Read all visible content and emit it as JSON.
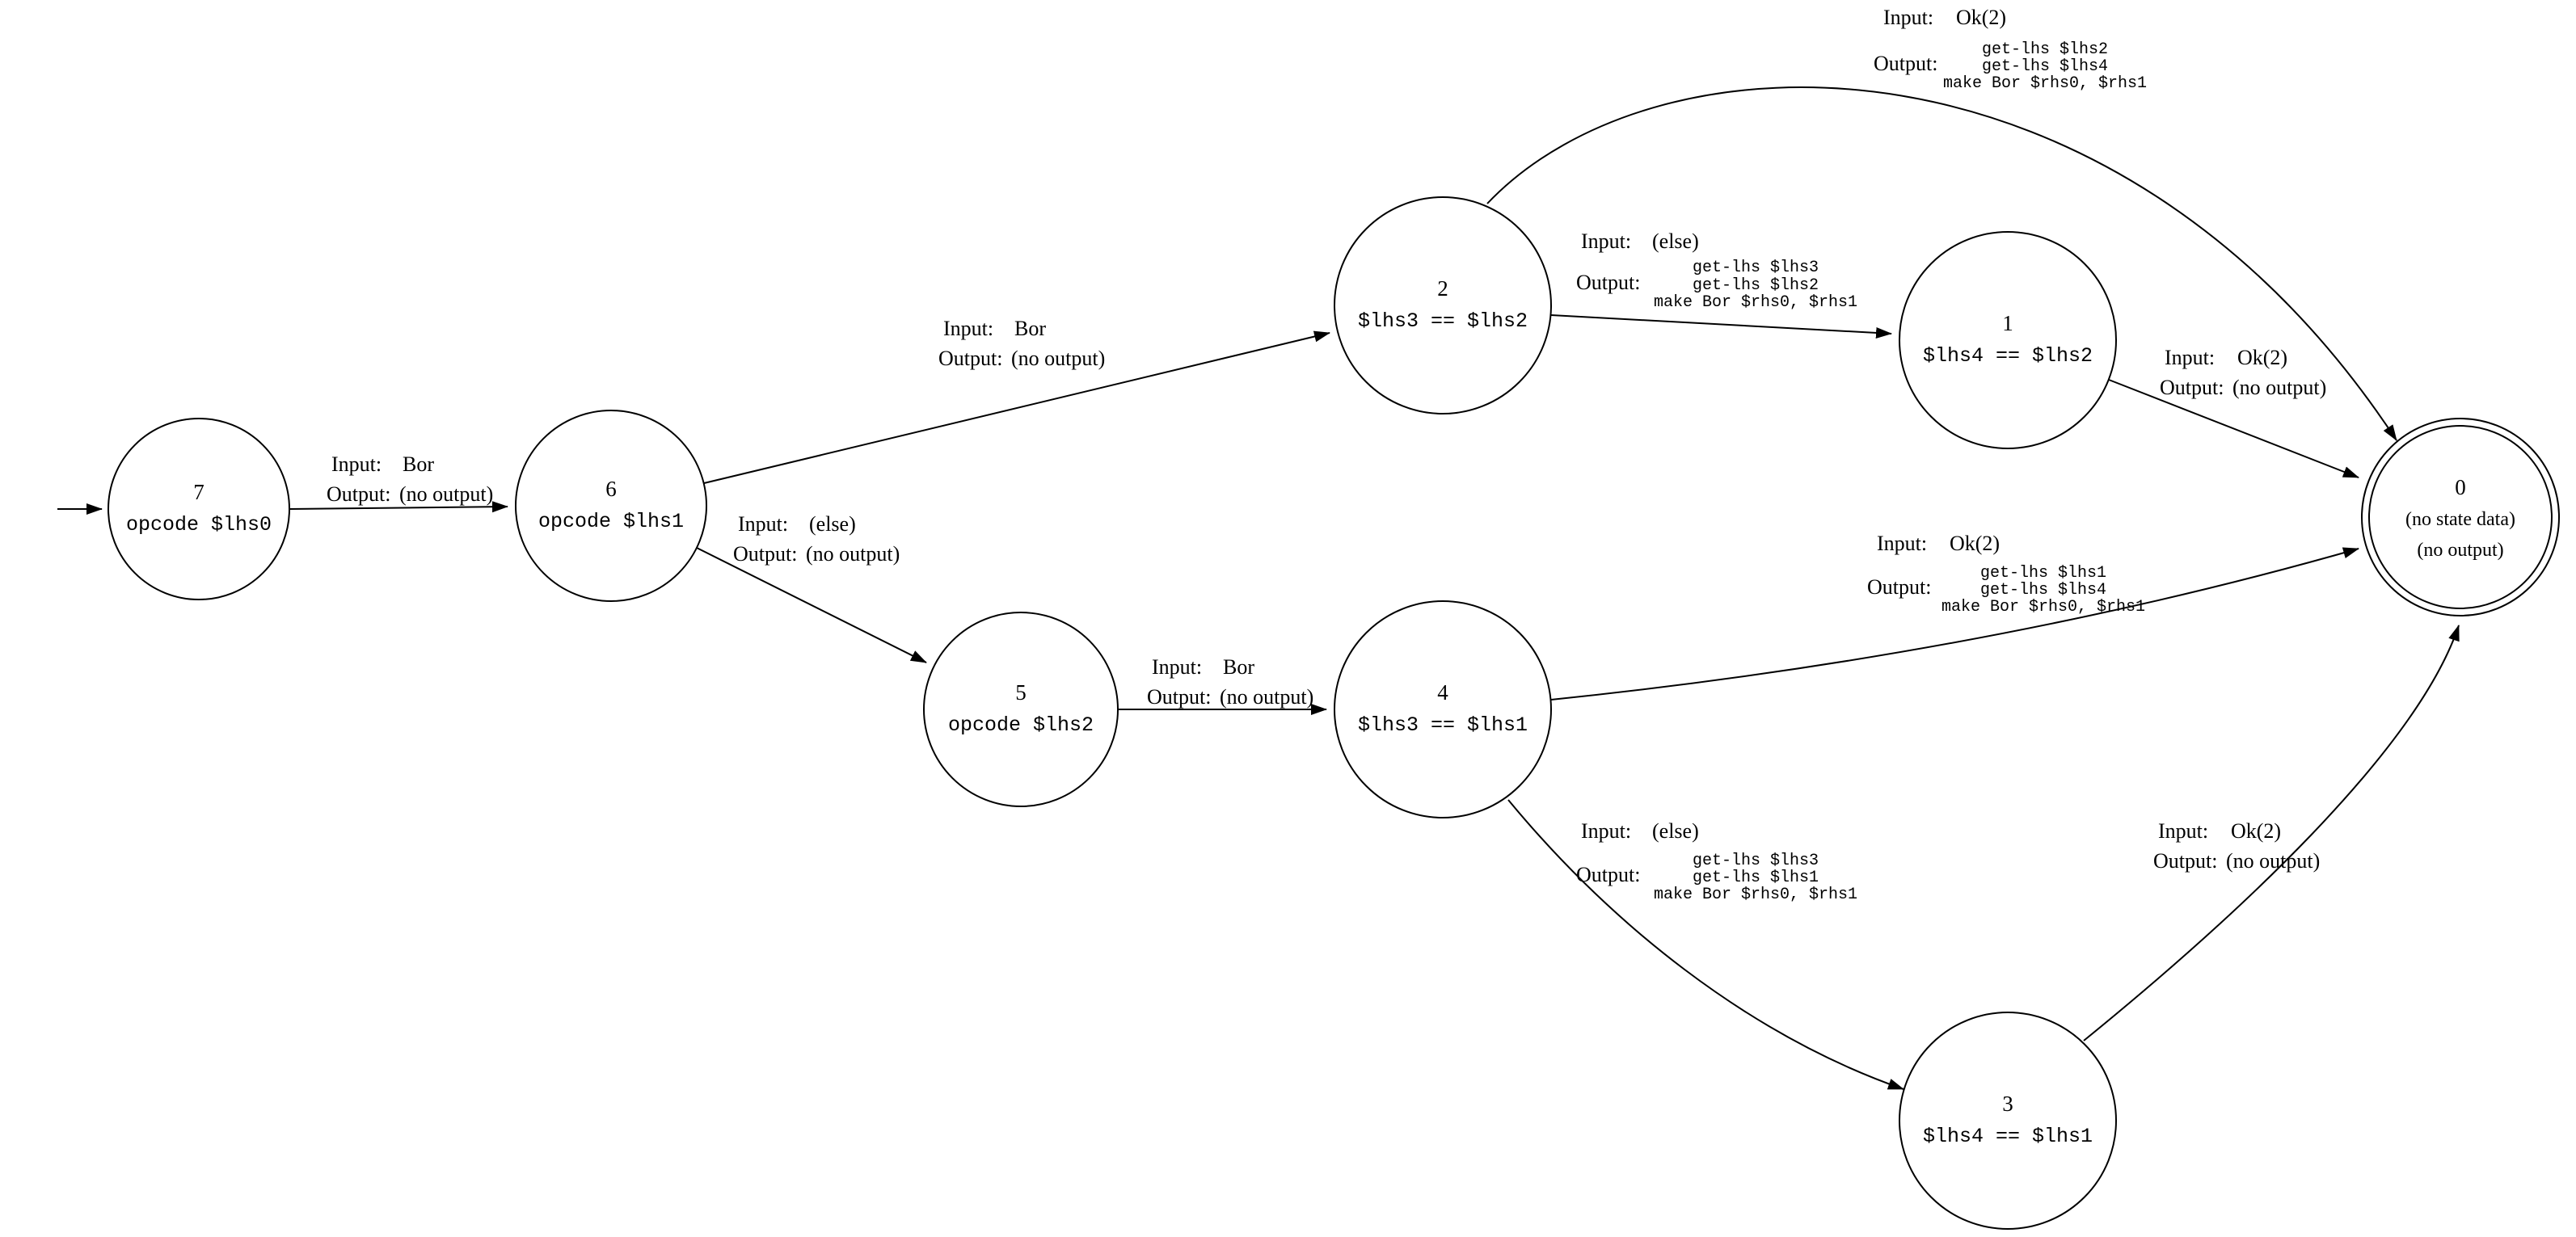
{
  "diagram": {
    "kind": "state-machine-graph",
    "labels": {
      "input": "Input:",
      "output": "Output:"
    },
    "nodes": {
      "n7": {
        "id": "7",
        "detail": "opcode $lhs0"
      },
      "n6": {
        "id": "6",
        "detail": "opcode $lhs1"
      },
      "n5": {
        "id": "5",
        "detail": "opcode $lhs2"
      },
      "n2": {
        "id": "2",
        "detail": "$lhs3 == $lhs2"
      },
      "n4": {
        "id": "4",
        "detail": "$lhs3 == $lhs1"
      },
      "n1": {
        "id": "1",
        "detail": "$lhs4 == $lhs2"
      },
      "n3": {
        "id": "3",
        "detail": "$lhs4 == $lhs1"
      },
      "n0": {
        "id": "0",
        "detail": "(no state data)",
        "detail2": "(no output)",
        "accepting": true
      }
    },
    "edges": {
      "e7_6": {
        "from": "7",
        "to": "6",
        "input": "Bor",
        "outputs": [
          "(no output)"
        ]
      },
      "e6_2": {
        "from": "6",
        "to": "2",
        "input": "Bor",
        "outputs": [
          "(no output)"
        ]
      },
      "e6_5": {
        "from": "6",
        "to": "5",
        "input": "(else)",
        "outputs": [
          "(no output)"
        ]
      },
      "e5_4": {
        "from": "5",
        "to": "4",
        "input": "Bor",
        "outputs": [
          "(no output)"
        ]
      },
      "e2_0": {
        "from": "2",
        "to": "0",
        "input": "Ok(2)",
        "outputs": [
          "get-lhs $lhs2",
          "get-lhs $lhs4",
          "make Bor $rhs0, $rhs1"
        ]
      },
      "e2_1": {
        "from": "2",
        "to": "1",
        "input": "(else)",
        "outputs": [
          "get-lhs $lhs3",
          "get-lhs $lhs2",
          "make Bor $rhs0, $rhs1"
        ]
      },
      "e1_0": {
        "from": "1",
        "to": "0",
        "input": "Ok(2)",
        "outputs": [
          "(no output)"
        ]
      },
      "e4_0": {
        "from": "4",
        "to": "0",
        "input": "Ok(2)",
        "outputs": [
          "get-lhs $lhs1",
          "get-lhs $lhs4",
          "make Bor $rhs0, $rhs1"
        ]
      },
      "e4_3": {
        "from": "4",
        "to": "3",
        "input": "(else)",
        "outputs": [
          "get-lhs $lhs3",
          "get-lhs $lhs1",
          "make Bor $rhs0, $rhs1"
        ]
      },
      "e3_0": {
        "from": "3",
        "to": "0",
        "input": "Ok(2)",
        "outputs": [
          "(no output)"
        ]
      }
    }
  }
}
